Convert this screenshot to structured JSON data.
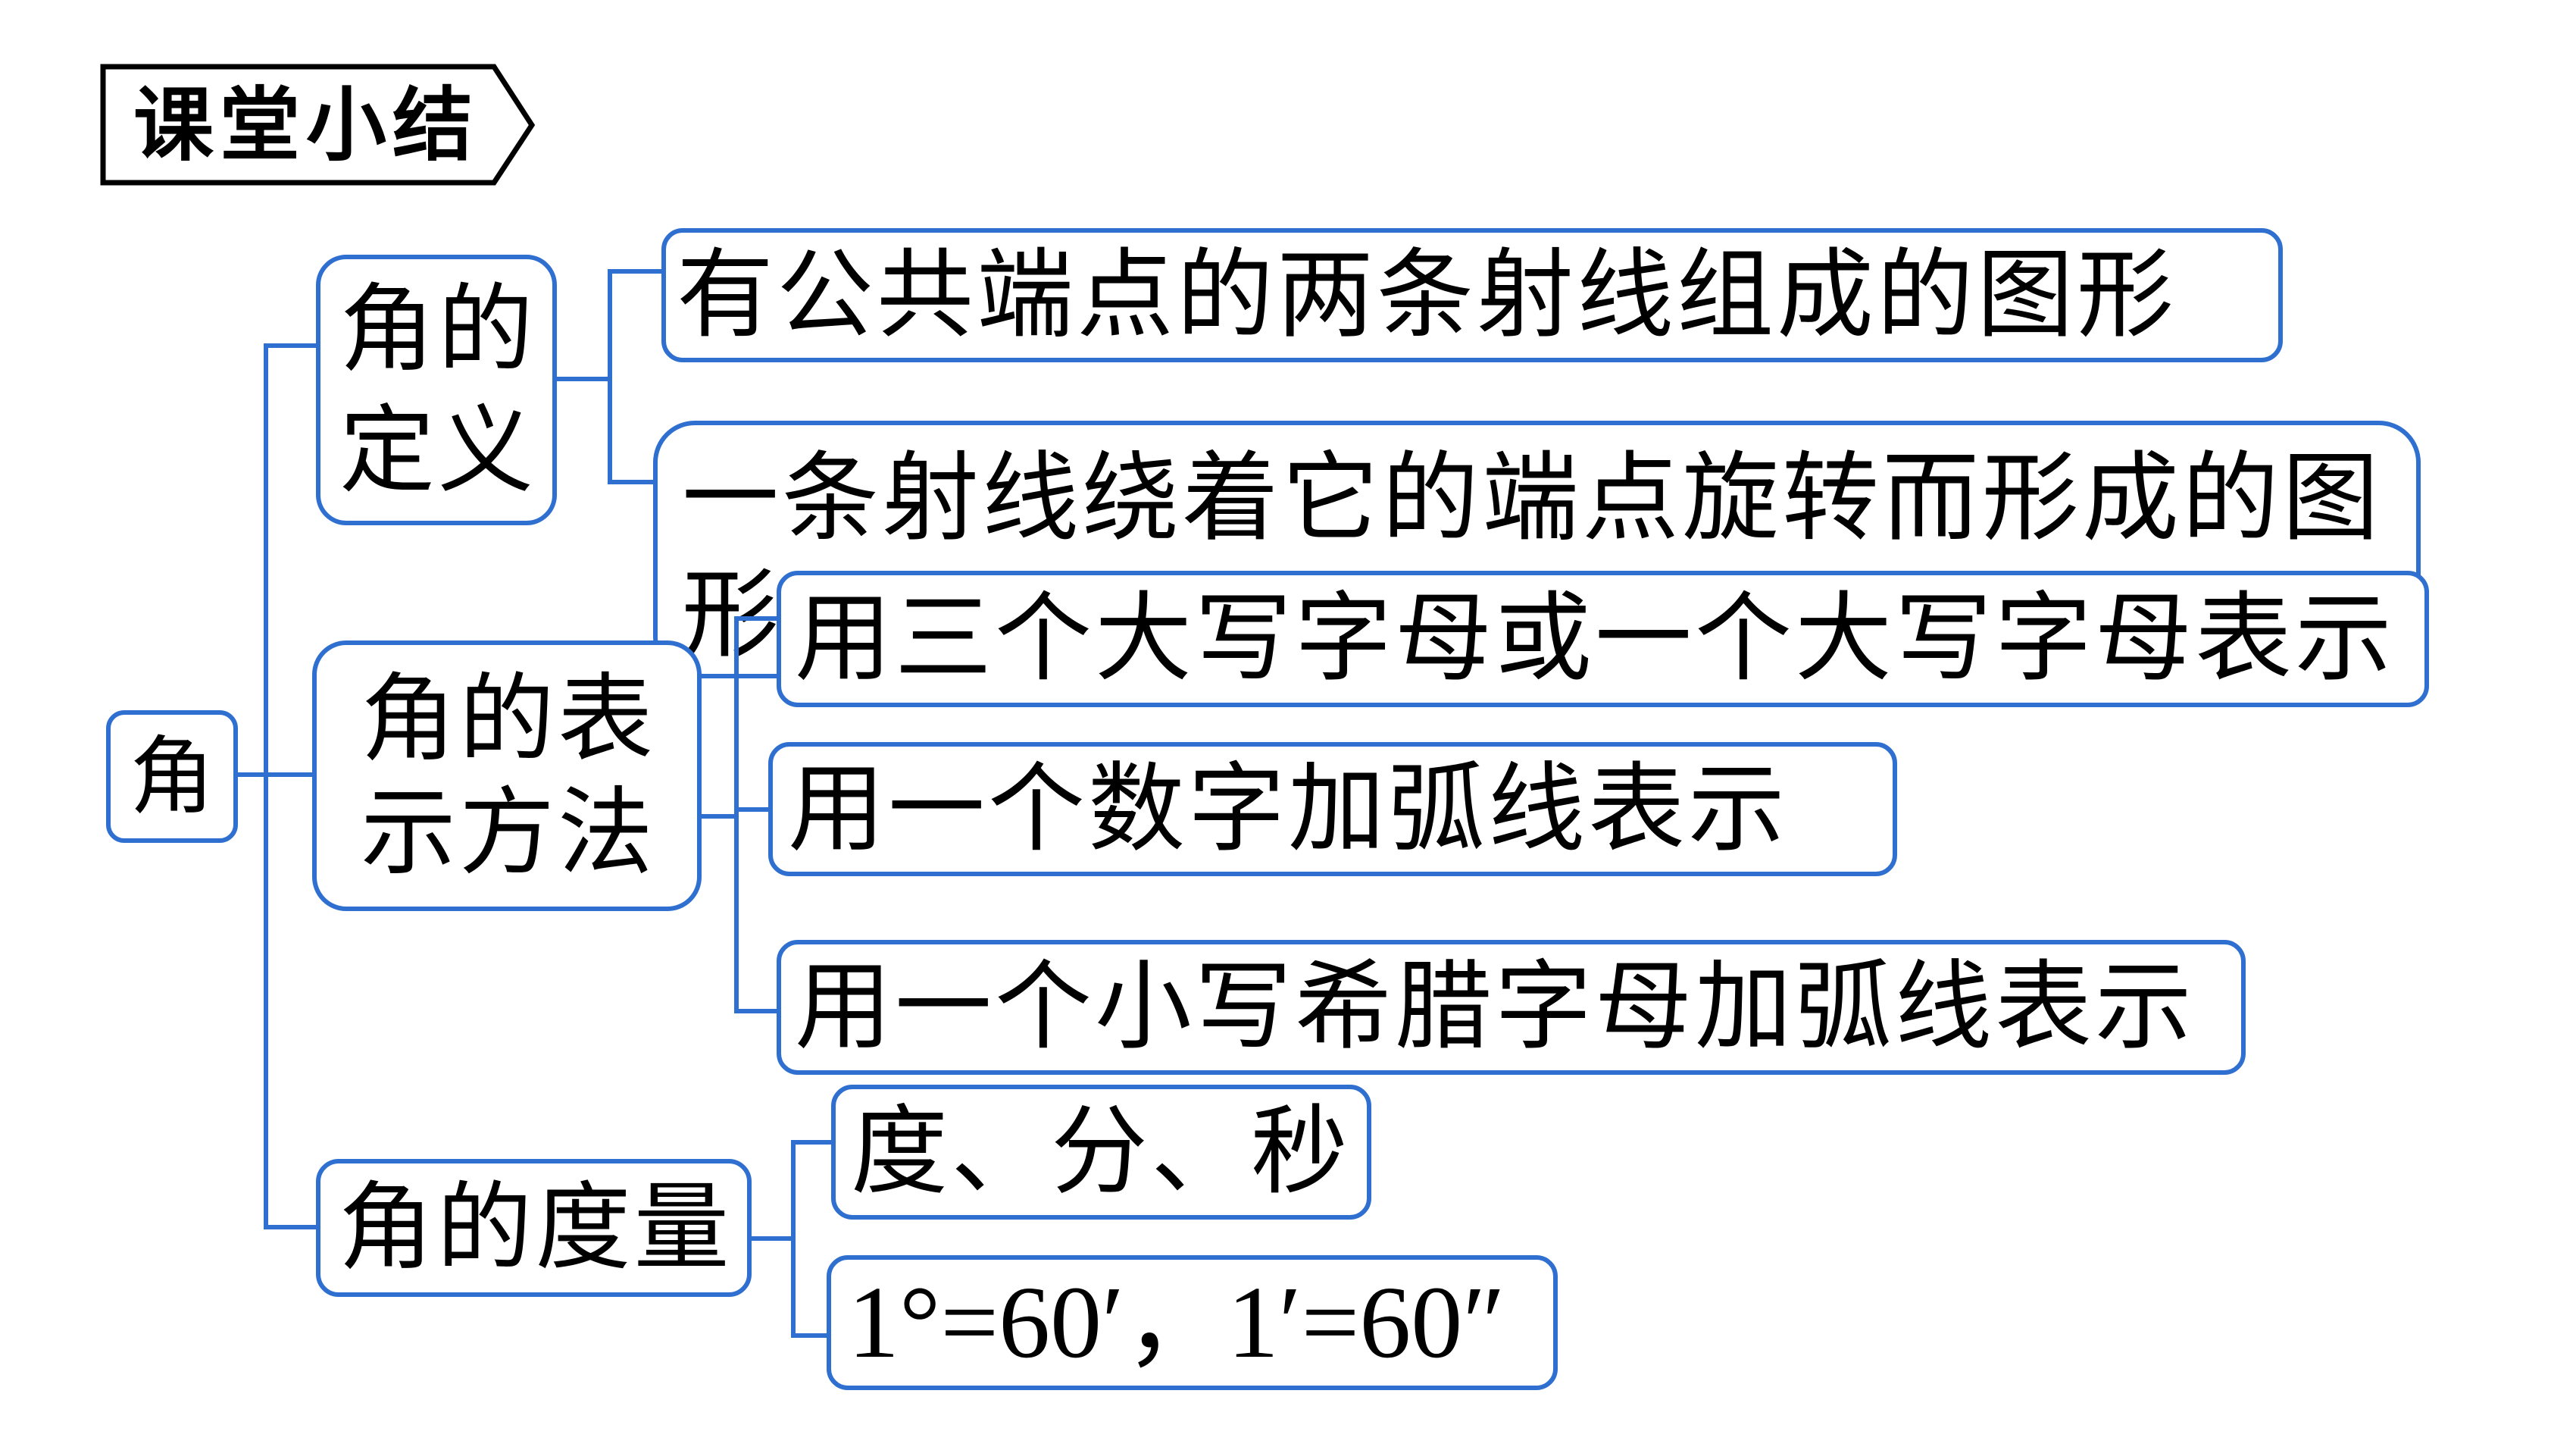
{
  "title": "课堂小结",
  "root": {
    "label": "角"
  },
  "branches": [
    {
      "label": "角的定义",
      "items": [
        "有公共端点的两条射线组成的图形",
        "一条射线绕着它的端点旋转而形成的图形"
      ]
    },
    {
      "label": "角的表示方法",
      "items": [
        "用三个大写字母或一个大写字母表示",
        "用一个数字加弧线表示",
        "用一个小写希腊字母加弧线表示"
      ]
    },
    {
      "label": "角的度量",
      "items": [
        "度、分、秒",
        "1°=60′，1′=60″"
      ]
    }
  ],
  "colors": {
    "node_border": "#2f6fcf",
    "connector": "#2f6fcf",
    "title_border": "#000000",
    "text": "#000000"
  }
}
